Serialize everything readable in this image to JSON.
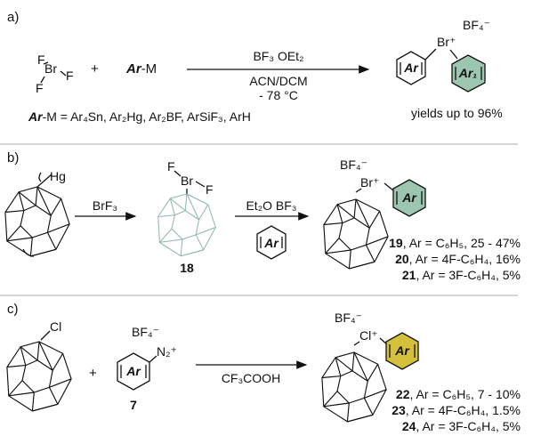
{
  "sections": {
    "a": {
      "label": "a)",
      "reagent_brf3": {
        "F_top": "F",
        "Br": "Br",
        "F_right": "F",
        "F_bottom": "F"
      },
      "plus": "+",
      "arm": {
        "ar": "Ar",
        "rest": "-M"
      },
      "conditions": {
        "line1": "BF₃ OEt₂",
        "line2": "ACN/DCM",
        "line3": "- 78 °C"
      },
      "product": {
        "ar": "Ar",
        "ar1": "Ar₁",
        "br": "Br⁺",
        "bf4": "BF₄⁻"
      },
      "arm_def_ar": "Ar",
      "arm_def_rest": "-M = Ar₄Sn, Ar₂Hg, Ar₂BF, ArSiF₃, ArH",
      "yields": "yields up to 96%"
    },
    "b": {
      "label": "b)",
      "hg": "Hg",
      "reagent1": "BrF₃",
      "intermediate": {
        "F_left": "F",
        "Br": "Br",
        "F_right": "F",
        "number": "18"
      },
      "reagent2": "Et₂O BF₃",
      "ring_ar": "Ar",
      "product": {
        "bf4": "BF₄⁻",
        "br": "Br⁺",
        "ar": "Ar"
      },
      "entries": [
        {
          "num": "19",
          "text": ", Ar = C₆H₅, 25 - 47%"
        },
        {
          "num": "20",
          "text": ", Ar = 4F-C₆H₄, 16%"
        },
        {
          "num": "21",
          "text": ", Ar = 3F-C₆H₄, 5%"
        }
      ]
    },
    "c": {
      "label": "c)",
      "cl": "Cl",
      "plus": "+",
      "diazonium": {
        "bf4": "BF₄⁻",
        "n2": "N₂⁺",
        "ar": "Ar",
        "number": "7"
      },
      "reagent": "CF₃COOH",
      "product": {
        "bf4": "BF₄⁻",
        "cl": "Cl⁺",
        "ar": "Ar"
      },
      "entries": [
        {
          "num": "22",
          "text": ", Ar = C₆H₅, 7 - 10%"
        },
        {
          "num": "23",
          "text": ", Ar = 4F-C₆H₄, 1.5%"
        },
        {
          "num": "24",
          "text": ", Ar = 3F-C₆H₄, 5%"
        }
      ]
    }
  },
  "colors": {
    "ar1_ring": "#9dc6b0",
    "carborane_green": "#8fb8a4",
    "ar_ring_b": "#9dc6b0",
    "ar_ring_c": "#d4c03a"
  }
}
